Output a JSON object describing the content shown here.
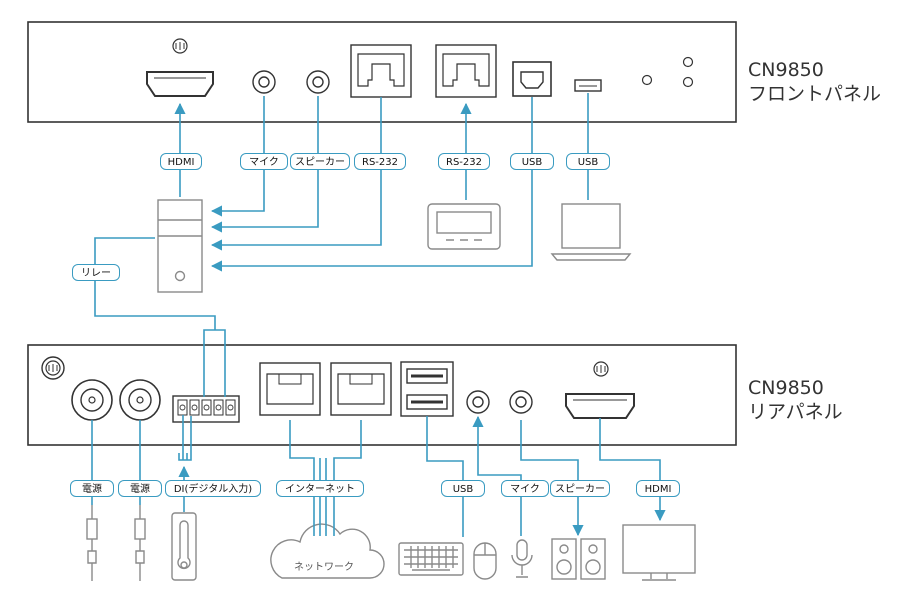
{
  "front": {
    "model": "CN9850",
    "name": "フロントパネル"
  },
  "rear": {
    "model": "CN9850",
    "name": "リアパネル"
  },
  "front_labels": {
    "hdmi": "HDMI",
    "mic": "マイク",
    "speaker": "スピーカー",
    "rs232_a": "RS-232",
    "rs232_b": "RS-232",
    "usb_a": "USB",
    "usb_b": "USB",
    "relay": "リレー"
  },
  "rear_labels": {
    "power_a": "電源",
    "power_b": "電源",
    "di": "DI(デジタル入力)",
    "internet": "インターネット",
    "usb": "USB",
    "mic": "マイク",
    "speaker": "スピーカー",
    "hdmi": "HDMI"
  },
  "cloud_label": "ネットワーク",
  "colors": {
    "line": "#3a9bc1",
    "device": "#8a8a8a",
    "panel": "#333333"
  }
}
